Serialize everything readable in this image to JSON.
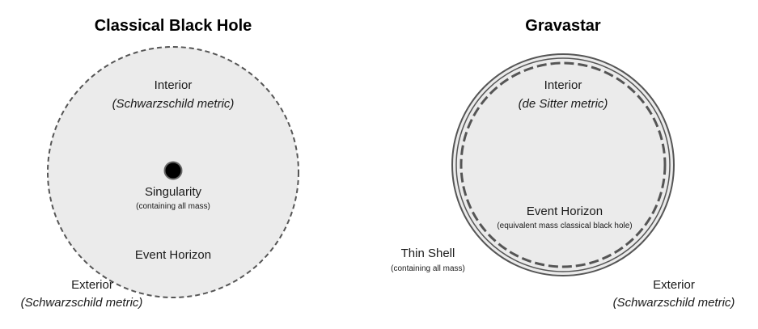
{
  "colors": {
    "background": "#ffffff",
    "region_fill": "#ebebeb",
    "stroke": "#555555",
    "singularity": "#000000"
  },
  "left_diagram": {
    "title": "Classical Black Hole",
    "interior_label": "Interior",
    "interior_metric": "(Schwarzschild metric)",
    "singularity_label": "Singularity",
    "singularity_note": "(containing all mass)",
    "horizon_label": "Event Horizon",
    "exterior_label": "Exterior",
    "exterior_metric": "(Schwarzschild metric)"
  },
  "right_diagram": {
    "title": "Gravastar",
    "interior_label": "Interior",
    "interior_metric": "(de Sitter metric)",
    "horizon_label": "Event Horizon",
    "horizon_note": "(equivalent mass classical black hole)",
    "shell_label": "Thin Shell",
    "shell_note": "(containing all mass)",
    "exterior_label": "Exterior",
    "exterior_metric": "(Schwarzschild metric)"
  }
}
